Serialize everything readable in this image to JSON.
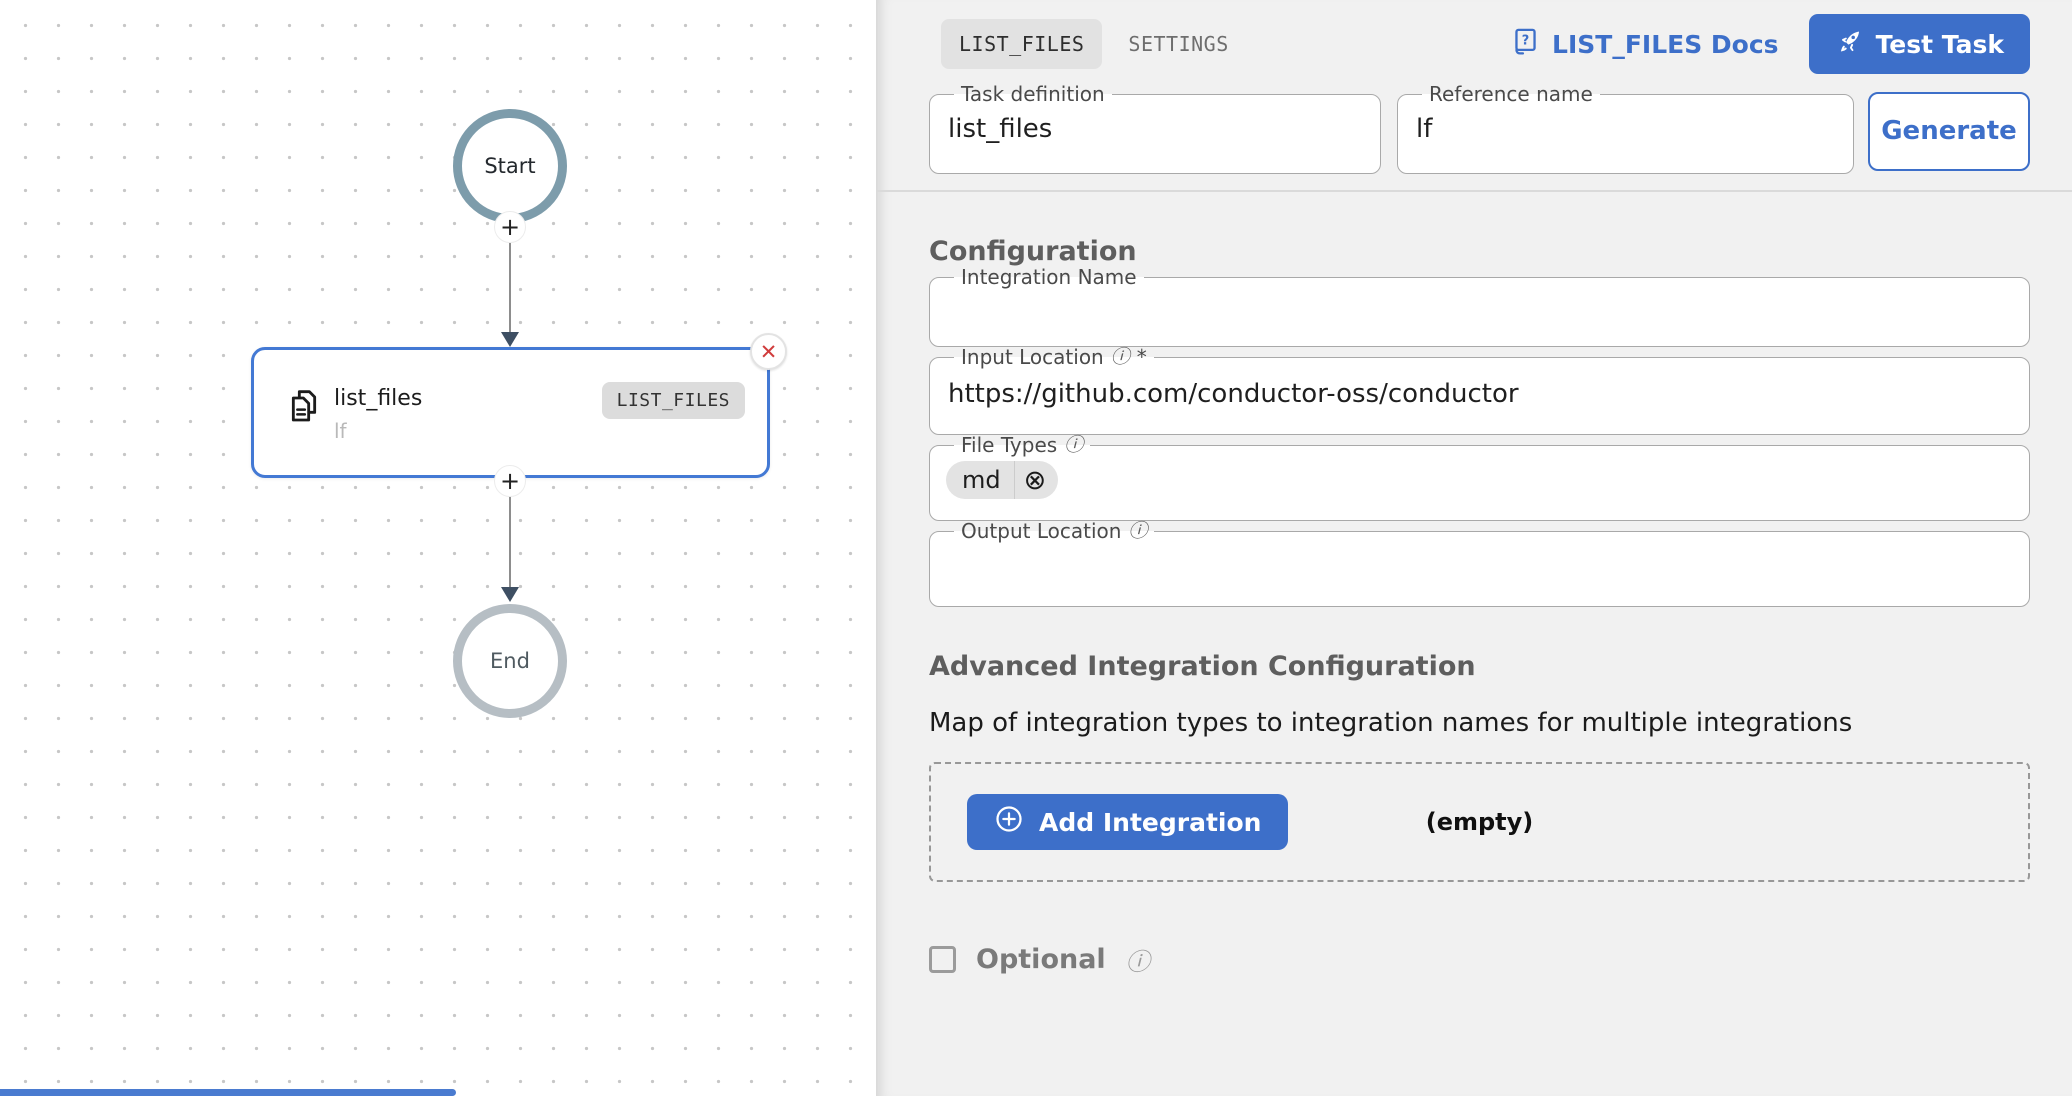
{
  "canvas": {
    "start_label": "Start",
    "end_label": "End",
    "task_node": {
      "title": "list_files",
      "reference": "lf",
      "badge": "LIST_FILES"
    }
  },
  "panel": {
    "tabs": [
      {
        "label": "LIST_FILES",
        "active": true
      },
      {
        "label": "SETTINGS",
        "active": false
      }
    ],
    "docs_link_label": "LIST_FILES Docs",
    "test_task_label": "Test Task",
    "task_definition": {
      "label": "Task definition",
      "value": "list_files"
    },
    "reference_name": {
      "label": "Reference name",
      "value": "lf"
    },
    "generate_label": "Generate",
    "configuration": {
      "heading": "Configuration",
      "integration_name": {
        "label": "Integration Name",
        "value": ""
      },
      "input_location": {
        "label": "Input Location",
        "required_mark": "*",
        "value": "https://github.com/conductor-oss/conductor"
      },
      "file_types": {
        "label": "File Types",
        "chips": [
          "md"
        ]
      },
      "output_location": {
        "label": "Output Location",
        "value": ""
      }
    },
    "advanced": {
      "heading": "Advanced Integration Configuration",
      "description": "Map of integration types to integration names for multiple integrations",
      "add_integration_label": "Add Integration",
      "empty_label": "(empty)"
    },
    "optional": {
      "label": "Optional",
      "checked": false
    }
  },
  "icons": {
    "plus": "+",
    "close": "✕",
    "info": "ⓘ",
    "chip_remove": "⊗"
  },
  "colors": {
    "accent_blue": "#3d6fc9",
    "node_border_blue": "#4379d4",
    "start_ring": "#7d9cab",
    "end_ring": "#b6bec4",
    "panel_bg": "#f1f1f1",
    "delete_red": "#d03c3c",
    "scrollbar_blue": "#4a7bd0"
  }
}
